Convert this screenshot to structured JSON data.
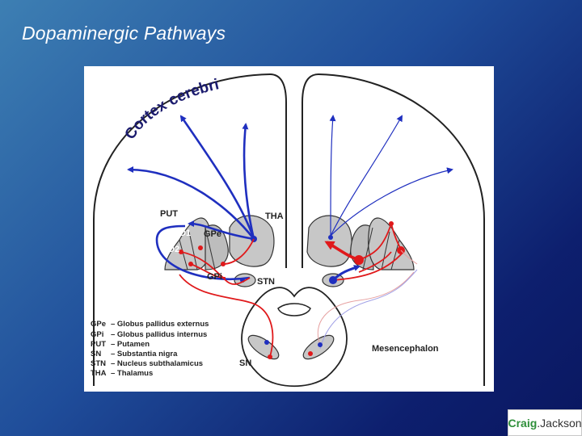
{
  "slide": {
    "title": "Dopaminergic Pathways"
  },
  "diagram": {
    "cortex_label": "Cortex cerebri",
    "labels": {
      "put": "PUT",
      "tha": "THA",
      "d1": "D1",
      "d2": "D2",
      "gpe": "GPe",
      "gpi": "GPi",
      "stn": "STN",
      "sn": "SN",
      "mesencephalon": "Mesencephalon"
    },
    "legend": [
      {
        "abbr": "GPe",
        "desc": "– Globus pallidus externus"
      },
      {
        "abbr": "GPi",
        "desc": "– Globus pallidus internus"
      },
      {
        "abbr": "PUT",
        "desc": "– Putamen"
      },
      {
        "abbr": "SN",
        "desc": "– Substantia nigra"
      },
      {
        "abbr": "STN",
        "desc": "– Nucleus subthalamicus"
      },
      {
        "abbr": "THA",
        "desc": "– Thalamus"
      }
    ],
    "colors": {
      "excitatory": "#1f2fbf",
      "inhibitory": "#e0191b",
      "nucleus_fill": "#c7c7c7",
      "outline": "#222222"
    }
  },
  "logo": {
    "brand_part1": "Craig",
    "brand_part2": ".Jackson"
  }
}
